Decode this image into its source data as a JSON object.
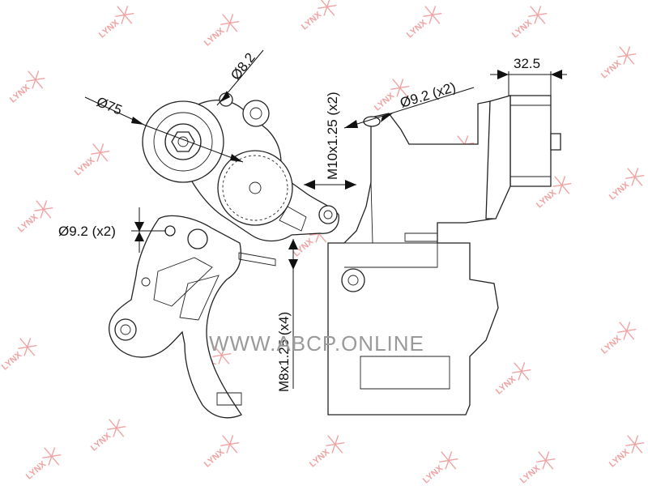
{
  "watermark": {
    "brand": "LYNX",
    "site": "WWW.ABCP.ONLINE",
    "color": "#f0a3a3"
  },
  "dimensions": {
    "d82": "Ø8.2",
    "d75": "Ø75",
    "m10": "M10x1.25 (x2)",
    "d92_left": "Ø9.2 (x2)",
    "m8": "M8x1.25 (x4)",
    "d92_right": "Ø9.2 (x2)",
    "w325": "32.5"
  }
}
